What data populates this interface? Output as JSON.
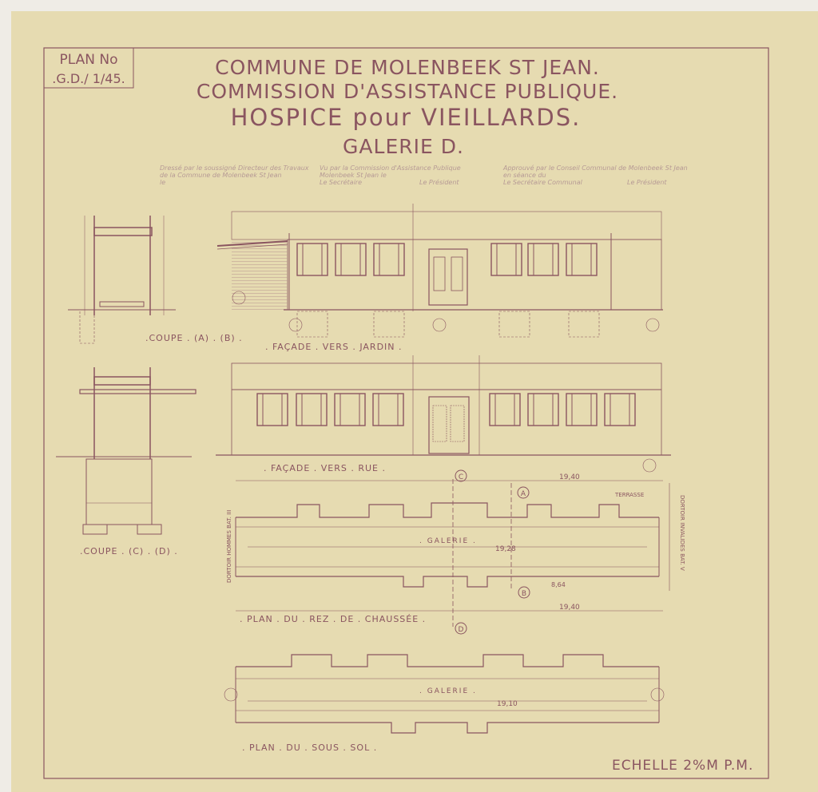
{
  "plan_number": {
    "label": "PLAN No",
    "value": ".G.D./ 1/45."
  },
  "title": {
    "line1": "COMMUNE DE MOLENBEEK ST JEAN.",
    "line2": "COMMISSION D'ASSISTANCE PUBLIQUE.",
    "line3": "HOSPICE pour VIEILLARDS.",
    "line4": "GALERIE D."
  },
  "signatures": [
    {
      "line1": "Dressé par le soussigné Directeur des Travaux",
      "line2": "de la Commune de Molenbeek St Jean",
      "line3": "le",
      "right": ""
    },
    {
      "line1": "Vu par la Commission d'Assistance Publique",
      "line2": "Molenbeek St Jean le",
      "line3": "Le Secrétaire",
      "right": "Le Président"
    },
    {
      "line1": "Approuvé par le Conseil Communal de Molenbeek St Jean",
      "line2": "en séance du",
      "line3": "Le Secrétaire Communal",
      "right": "Le Président"
    }
  ],
  "views": {
    "coupe_ab": ".COUPE . (A) . (B) .",
    "coupe_cd": ".COUPE . (C) . (D) .",
    "facade_jardin": ". FAÇADE . VERS . JARDIN .",
    "facade_rue": ". FAÇADE . VERS . RUE .",
    "plan_rdc": ". PLAN . DU . REZ . DE . CHAUSSÉE .",
    "plan_sous_sol": ". PLAN . DU . SOUS . SOL .",
    "galerie_rdc": ". GALERIE .",
    "galerie_ss": ". GALERIE .",
    "left_side": "DORTOIR HOMMES BAT. III",
    "right_side": "DORTOIR INVALIDES BAT. V"
  },
  "dimensions": {
    "total_top": "19,40",
    "inner_rdc": "19,28",
    "total_bottom": "19,40",
    "ss_total": "19,10",
    "right_span": "8,64",
    "terrace": "TERRASSE"
  },
  "markers": [
    "A",
    "B",
    "C",
    "D"
  ],
  "scale": "ECHELLE 2%M P.M.",
  "colors": {
    "paper": "#e6dbb1",
    "ink": "#8a5560"
  }
}
